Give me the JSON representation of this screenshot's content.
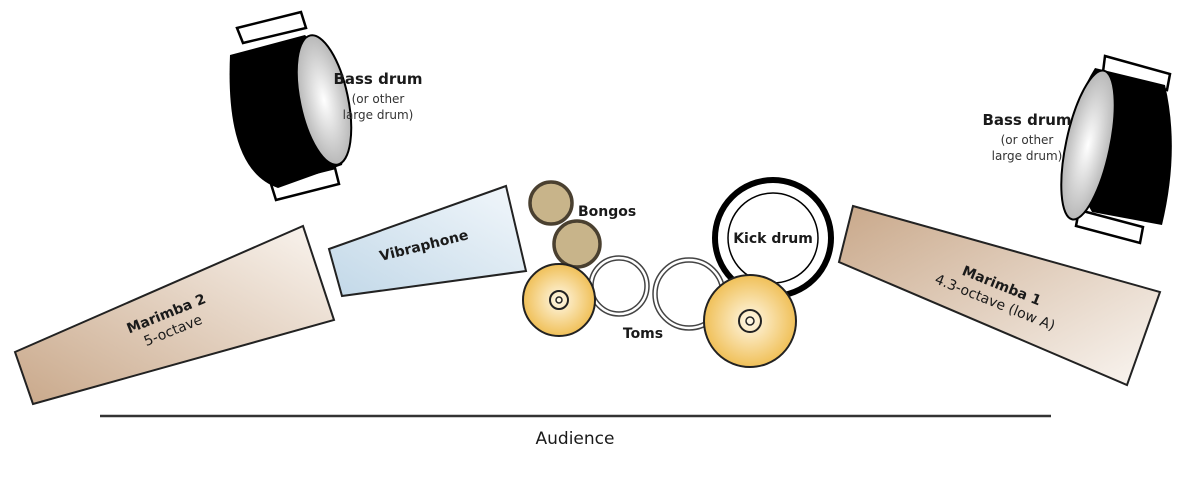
{
  "diagram": {
    "title": "Percussion stage setup",
    "audience_label": "Audience",
    "instruments": {
      "bass_drum_left": {
        "label": "Bass drum",
        "sub1": "(or other",
        "sub2": "large drum)"
      },
      "bass_drum_right": {
        "label": "Bass drum",
        "sub1": "(or other",
        "sub2": "large drum)"
      },
      "marimba_2": {
        "label": "Marimba 2",
        "sub": "5-octave"
      },
      "marimba_1": {
        "label": "Marimba 1",
        "sub": "4.3-octave (low A)"
      },
      "vibraphone": {
        "label": "Vibraphone"
      },
      "bongos": {
        "label": "Bongos"
      },
      "toms": {
        "label": "Toms"
      },
      "kick_drum": {
        "label": "Kick drum"
      }
    },
    "colors": {
      "marimba": "#c9a88a",
      "vibraphone": "#c9dcea",
      "bongo": "#c8b48a",
      "cymbal": "#f0c860",
      "drum_body": "#000000"
    }
  }
}
